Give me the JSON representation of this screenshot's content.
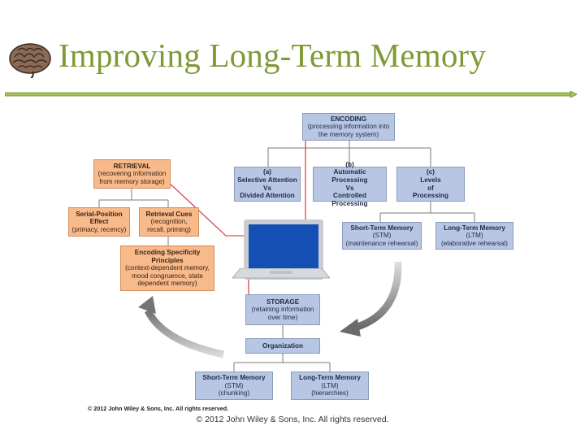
{
  "title": "Improving Long-Term Memory",
  "encoding": {
    "head": "ENCODING",
    "sub": "(processing information into the memory system)"
  },
  "enc_a": {
    "l1": "(a)",
    "l2": "Selective Attention",
    "l3": "Vs",
    "l4": "Divided Attention"
  },
  "enc_b": {
    "l1": "(b)",
    "l2": "Automatic Processing",
    "l3": "Vs",
    "l4": "Controlled Processing"
  },
  "enc_c": {
    "l1": "(c)",
    "l2": "Levels",
    "l3": "of",
    "l4": "Processing"
  },
  "stm_enc": {
    "head": "Short-Term Memory",
    "l2": "(STM)",
    "l3": "(maintenance rehearsal)"
  },
  "ltm_enc": {
    "head": "Long-Term Memory",
    "l2": "(LTM)",
    "l3": "(elaborative rehearsal)"
  },
  "retrieval": {
    "head": "RETRIEVAL",
    "sub": "(recovering information from memory storage)"
  },
  "serial": {
    "head": "Serial-Position Effect",
    "sub": "(primacy, recency)"
  },
  "cues": {
    "head": "Retrieval Cues",
    "sub": "(recognition, recall, priming)"
  },
  "specificity": {
    "head": "Encoding Specificity Principles",
    "sub": "(context-dependent memory, mood congruence, state dependent memory)"
  },
  "storage": {
    "head": "STORAGE",
    "sub": "(retaining information over time)"
  },
  "organization": {
    "head": "Organization"
  },
  "stm_store": {
    "head": "Short-Term Memory",
    "l2": "(STM)",
    "l3": "(chunking)"
  },
  "ltm_store": {
    "head": "Long-Term Memory",
    "l2": "(LTM)",
    "l3": "(hierarchies)"
  },
  "credit_small": "© 2012 John Wiley & Sons, Inc. All rights reserved.",
  "footer": "© 2012 John Wiley & Sons, Inc. All rights reserved.",
  "colors": {
    "title": "#7f9a35",
    "blue_box": "#b7c7e3",
    "orange_box": "#f8b98b",
    "connector": "#d8232a"
  }
}
